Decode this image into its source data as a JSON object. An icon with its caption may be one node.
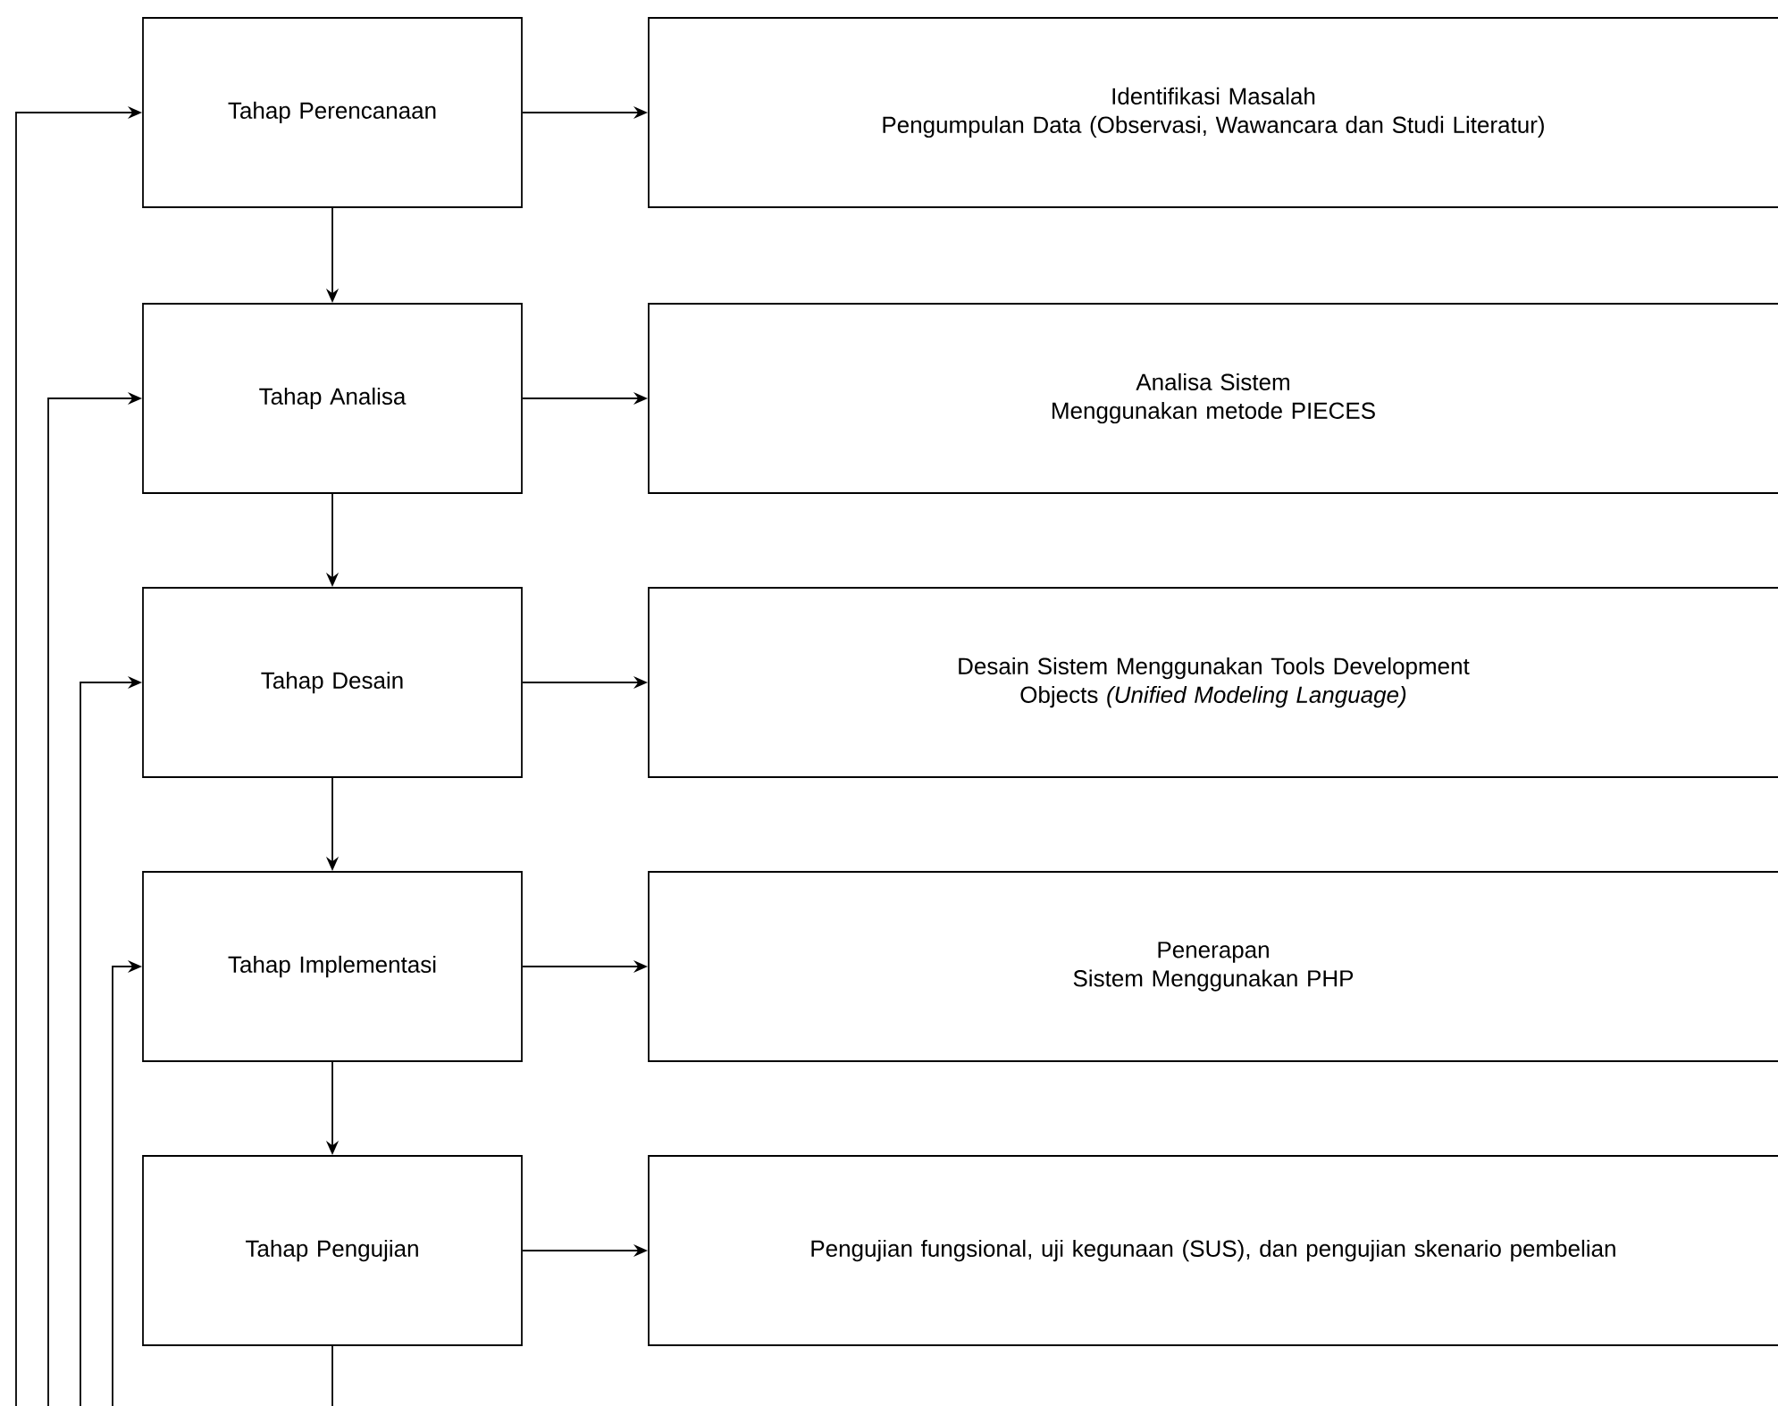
{
  "diagram": {
    "nodes": [
      {
        "text": [
          "Tahap Perencanaan"
        ]
      },
      {
        "text": [
          "Tahap Analisa"
        ]
      },
      {
        "text": [
          "Tahap Desain"
        ]
      },
      {
        "text": [
          "Tahap Implementasi"
        ]
      },
      {
        "text": [
          "Tahap Pengujian"
        ]
      },
      {
        "text": [
          "Identifikasi Masalah",
          "Pengumpulan Data (Observasi, Wawancara dan Studi Literatur)"
        ]
      },
      {
        "text": [
          "Analisa Sistem",
          "Menggunakan metode PIECES"
        ]
      },
      {
        "text": [
          "Desain Sistem Menggunakan Tools Development Objects *(Unified Modeling Language)*"
        ]
      },
      {
        "text": [
          "Penerapan",
          "Sistem Menggunakan PHP"
        ]
      },
      {
        "text": [
          "Pengujian fungsional, uji kegunaan (SUS), dan pengujian skenario pembelian"
        ]
      }
    ],
    "edges": [
      {
        "from": 0,
        "to": 1,
        "arrow": "to"
      },
      {
        "from": 1,
        "to": 2,
        "arrow": "to"
      },
      {
        "from": 2,
        "to": 3,
        "arrow": "to"
      },
      {
        "from": 3,
        "to": 4,
        "arrow": "to"
      },
      {
        "from": 0,
        "to": 5,
        "arrow": "to"
      },
      {
        "from": 1,
        "to": 6,
        "arrow": "to"
      },
      {
        "from": 2,
        "to": 7,
        "arrow": "to"
      },
      {
        "from": 3,
        "to": 8,
        "arrow": "to"
      },
      {
        "from": 4,
        "to": 9,
        "arrow": "to"
      },
      {
        "from": 4,
        "to": null,
        "arrow": "none"
      },
      {
        "from": null,
        "to": 0,
        "arrow": "to"
      },
      {
        "from": null,
        "to": 1,
        "arrow": "to"
      },
      {
        "from": null,
        "to": 2,
        "arrow": "to"
      },
      {
        "from": null,
        "to": 3,
        "arrow": "to"
      }
    ]
  }
}
